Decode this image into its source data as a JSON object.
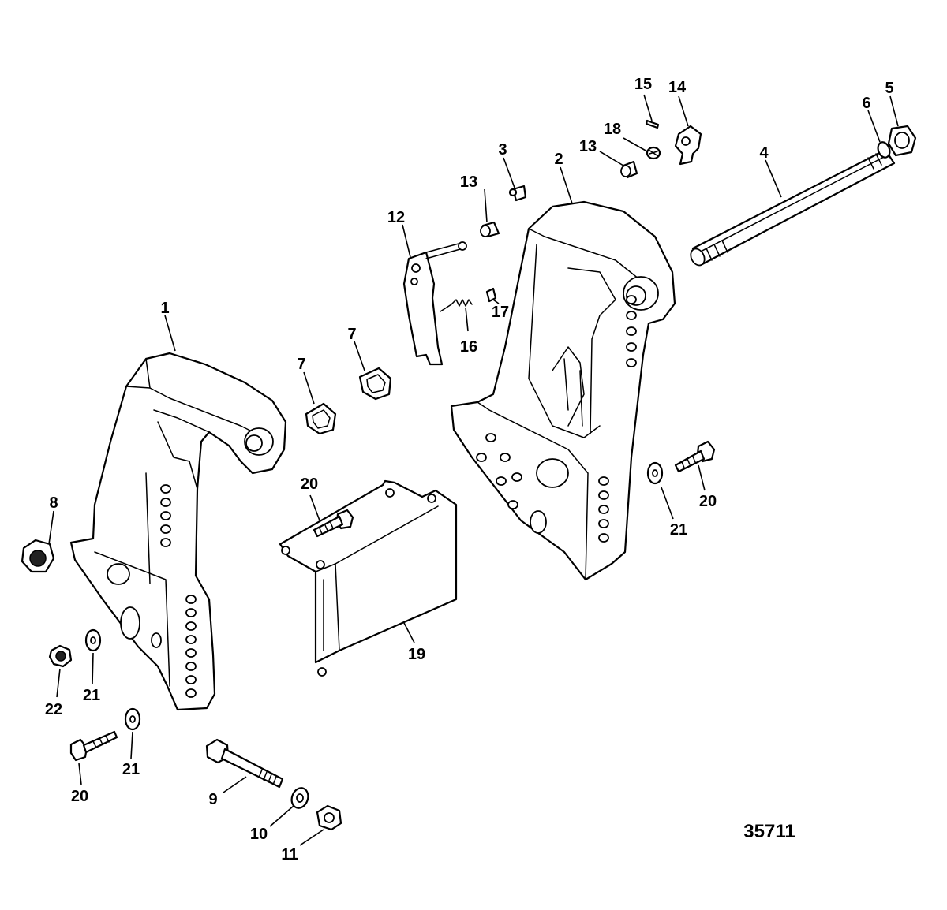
{
  "diagram": {
    "drawing_number": "35711",
    "callouts": [
      {
        "id": "c1",
        "label": "1"
      },
      {
        "id": "c2",
        "label": "2"
      },
      {
        "id": "c3",
        "label": "3"
      },
      {
        "id": "c4",
        "label": "4"
      },
      {
        "id": "c5",
        "label": "5"
      },
      {
        "id": "c6",
        "label": "6"
      },
      {
        "id": "c7a",
        "label": "7"
      },
      {
        "id": "c7b",
        "label": "7"
      },
      {
        "id": "c8",
        "label": "8"
      },
      {
        "id": "c9",
        "label": "9"
      },
      {
        "id": "c10",
        "label": "10"
      },
      {
        "id": "c11",
        "label": "11"
      },
      {
        "id": "c12",
        "label": "12"
      },
      {
        "id": "c13a",
        "label": "13"
      },
      {
        "id": "c13b",
        "label": "13"
      },
      {
        "id": "c14",
        "label": "14"
      },
      {
        "id": "c15",
        "label": "15"
      },
      {
        "id": "c16",
        "label": "16"
      },
      {
        "id": "c17",
        "label": "17"
      },
      {
        "id": "c18",
        "label": "18"
      },
      {
        "id": "c19",
        "label": "19"
      },
      {
        "id": "c20a",
        "label": "20"
      },
      {
        "id": "c20b",
        "label": "20"
      },
      {
        "id": "c20c",
        "label": "20"
      },
      {
        "id": "c21a",
        "label": "21"
      },
      {
        "id": "c21b",
        "label": "21"
      },
      {
        "id": "c21c",
        "label": "21"
      },
      {
        "id": "c22",
        "label": "22"
      }
    ]
  }
}
